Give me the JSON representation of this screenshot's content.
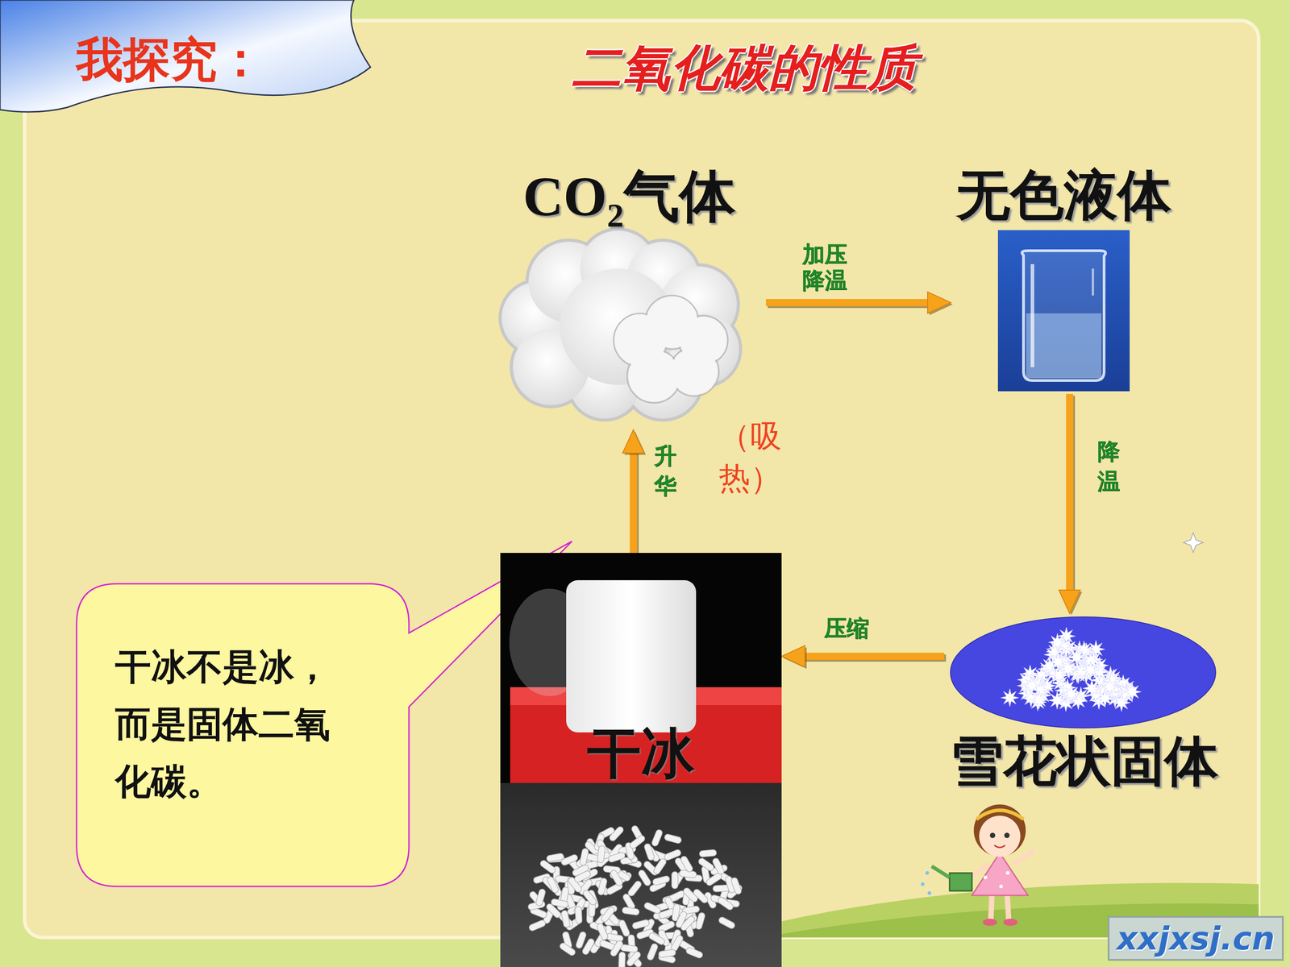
{
  "diagram": {
    "title": "二氧化碳的性质",
    "nodes": [
      {
        "text": [
          "我探究："
        ]
      },
      {
        "text": [
          "CO₂气体"
        ]
      },
      {
        "text": [
          "无色液体"
        ]
      },
      {
        "text": [
          "干冰不是冰，而是固体二氧化碳。"
        ]
      },
      {
        "text": [
          "干冰"
        ]
      },
      {
        "text": [
          "雪花状固体"
        ]
      }
    ],
    "edges": [
      {
        "from": 1,
        "to": 2,
        "label": "加压 降温",
        "arrow": "to"
      },
      {
        "from": 2,
        "to": 5,
        "label": "降温",
        "arrow": "to"
      },
      {
        "from": 5,
        "to": 4,
        "label": "压缩",
        "arrow": "to"
      },
      {
        "from": 4,
        "to": 1,
        "label": "升华",
        "arrow": "to"
      }
    ],
    "labels": [
      "（吸热）",
      "xxjxsj.cn"
    ]
  }
}
